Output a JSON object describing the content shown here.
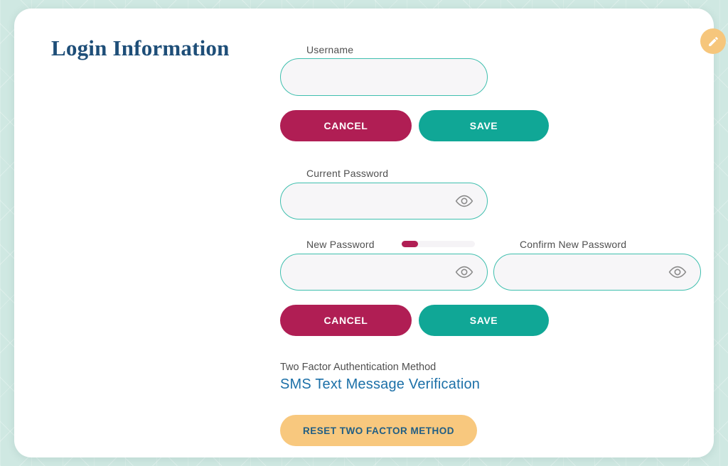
{
  "page": {
    "title": "Login Information"
  },
  "colors": {
    "background": "#cfe8e2",
    "card": "#ffffff",
    "title_text": "#1e4e78",
    "label_text": "#4f4f4f",
    "field_border": "#3fbfae",
    "field_bg": "#f7f6f8",
    "cancel_bg": "#b01e54",
    "save_bg": "#10a796",
    "reset_bg": "#f8c87e",
    "reset_text": "#215e84",
    "method_text": "#1c70a8",
    "edit_badge_bg": "#f6c67c",
    "strength_fill": "#b01e54",
    "strength_track": "#f5f3f6",
    "eye_icon": "#8a8a8a"
  },
  "username_section": {
    "label": "Username",
    "value": "",
    "cancel_label": "CANCEL",
    "save_label": "SAVE"
  },
  "password_section": {
    "current_label": "Current Password",
    "current_value": "",
    "new_label": "New Password",
    "new_value": "",
    "strength_percent": 22,
    "confirm_label": "Confirm New Password",
    "confirm_value": "",
    "cancel_label": "CANCEL",
    "save_label": "SAVE"
  },
  "two_factor": {
    "label": "Two Factor Authentication Method",
    "method": "SMS Text Message Verification",
    "reset_label": "RESET TWO FACTOR METHOD"
  }
}
